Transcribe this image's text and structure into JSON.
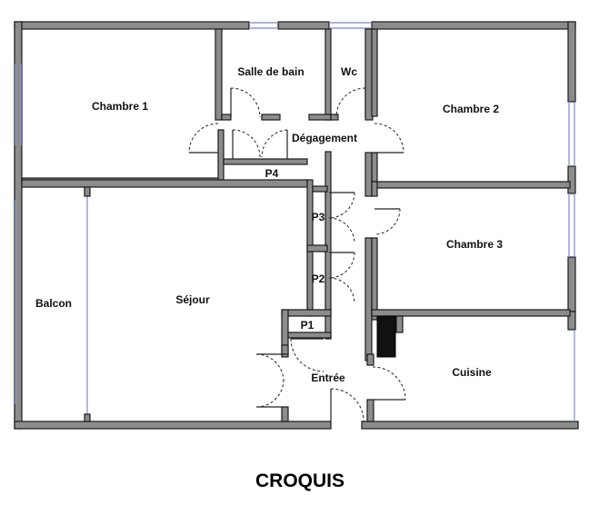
{
  "rooms": {
    "chambre1": "Chambre 1",
    "salle_de_bain": "Salle de bain",
    "wc": "Wc",
    "chambre2": "Chambre 2",
    "degagement": "Dégagement",
    "p4": "P4",
    "p3": "P3",
    "p2": "P2",
    "p1": "P1",
    "chambre3": "Chambre 3",
    "balcon": "Balcon",
    "sejour": "Séjour",
    "entree": "Entrée",
    "cuisine": "Cuisine"
  },
  "caption": "CROQUIS",
  "colors": {
    "wall_fill": "#8c8c8c",
    "wall_outline": "#1a1a1a",
    "window": "#8e9ad6",
    "appliance": "#111111"
  }
}
